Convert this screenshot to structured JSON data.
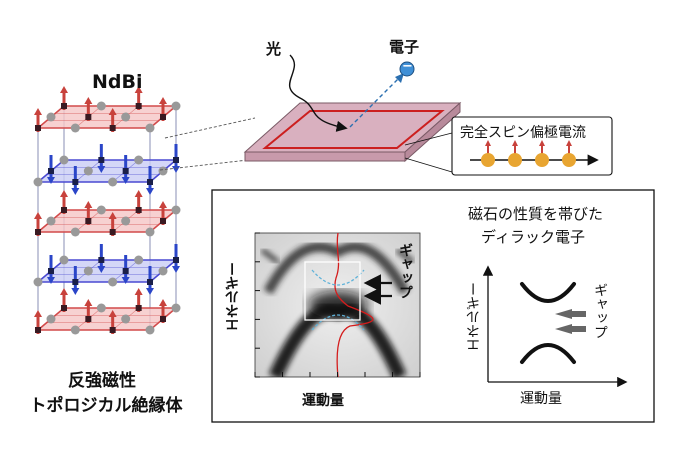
{
  "labels": {
    "material": "NdBi",
    "caption_line1": "反強磁性",
    "caption_line2": "トポロジカル絶縁体",
    "light": "光",
    "electron": "電子",
    "electron_symbol": "−",
    "spin_current": "完全スピン偏極電流",
    "panel_title_line1": "磁石の性質を帯びた",
    "panel_title_line2": "ディラック電子",
    "energy_axis": "エネルギー",
    "momentum_axis": "運動量",
    "gap": "ギャップ"
  },
  "colors": {
    "up_spin": "#c8423c",
    "down_spin": "#2a45c8",
    "red_layer": "#f5c6c6",
    "blue_layer": "#c9cdf5",
    "atom": "#999999",
    "film": "#d9b0bf",
    "spin_dot": "#e8a531",
    "edge_current": "#cc1f1f",
    "electron": "#3f8fd6"
  }
}
